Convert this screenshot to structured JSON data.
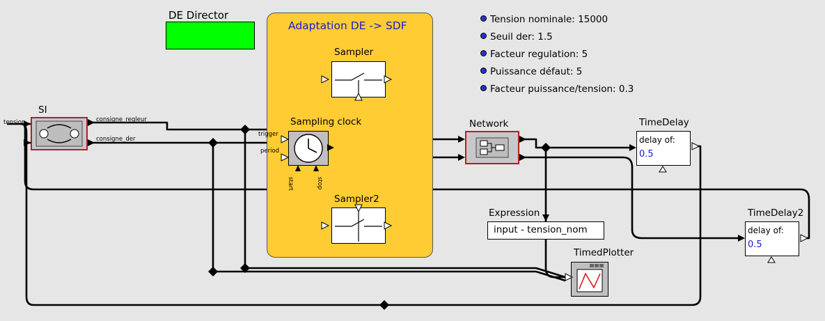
{
  "director": {
    "label": "DE Director",
    "color": "#00ff00"
  },
  "composite": {
    "title": "Adaptation DE -> SDF",
    "bg": "#ffcc33",
    "title_color": "#1a1ad6"
  },
  "parameters": [
    "Tension nominale: 15000",
    "Seuil der: 1.5",
    "Facteur regulation: 5",
    "Puissance défaut: 5",
    "Facteur puissance/tension: 0.3"
  ],
  "actors": {
    "si": {
      "label": "SI",
      "out1": "consigne_regleur",
      "out2": "consigne_der",
      "in": "tension"
    },
    "sampler": {
      "label": "Sampler"
    },
    "sampler2": {
      "label": "Sampler2"
    },
    "clock": {
      "label": "Sampling clock",
      "trigger": "trigger",
      "period": "period",
      "start": "start",
      "stop": "stop"
    },
    "network": {
      "label": "Network"
    },
    "timedelay": {
      "label": "TimeDelay",
      "param_label": "delay of:",
      "param_value": "0.5"
    },
    "timedelay2": {
      "label": "TimeDelay2",
      "param_label": "delay of:",
      "param_value": "0.5"
    },
    "expression": {
      "label": "Expression",
      "expr": "input - tension_nom"
    },
    "plotter": {
      "label": "TimedPlotter"
    }
  }
}
